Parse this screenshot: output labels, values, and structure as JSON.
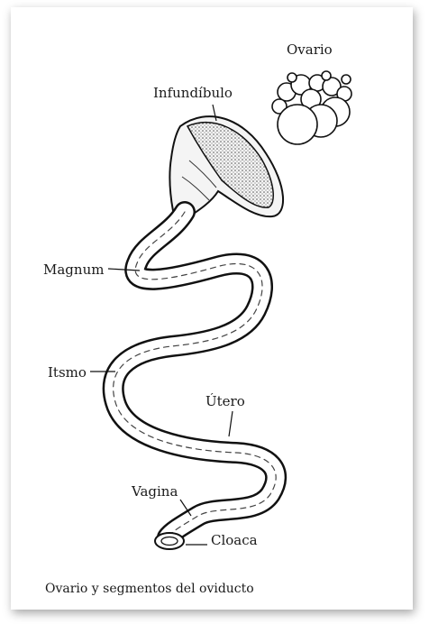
{
  "labels": {
    "ovario": "Ovario",
    "infundibulo": "Infundíbulo",
    "magnum": "Magnum",
    "itsmo": "Itsmo",
    "utero": "Útero",
    "vagina": "Vagina",
    "cloaca": "Cloaca"
  },
  "caption": "Ovario y segmentos del oviducto"
}
